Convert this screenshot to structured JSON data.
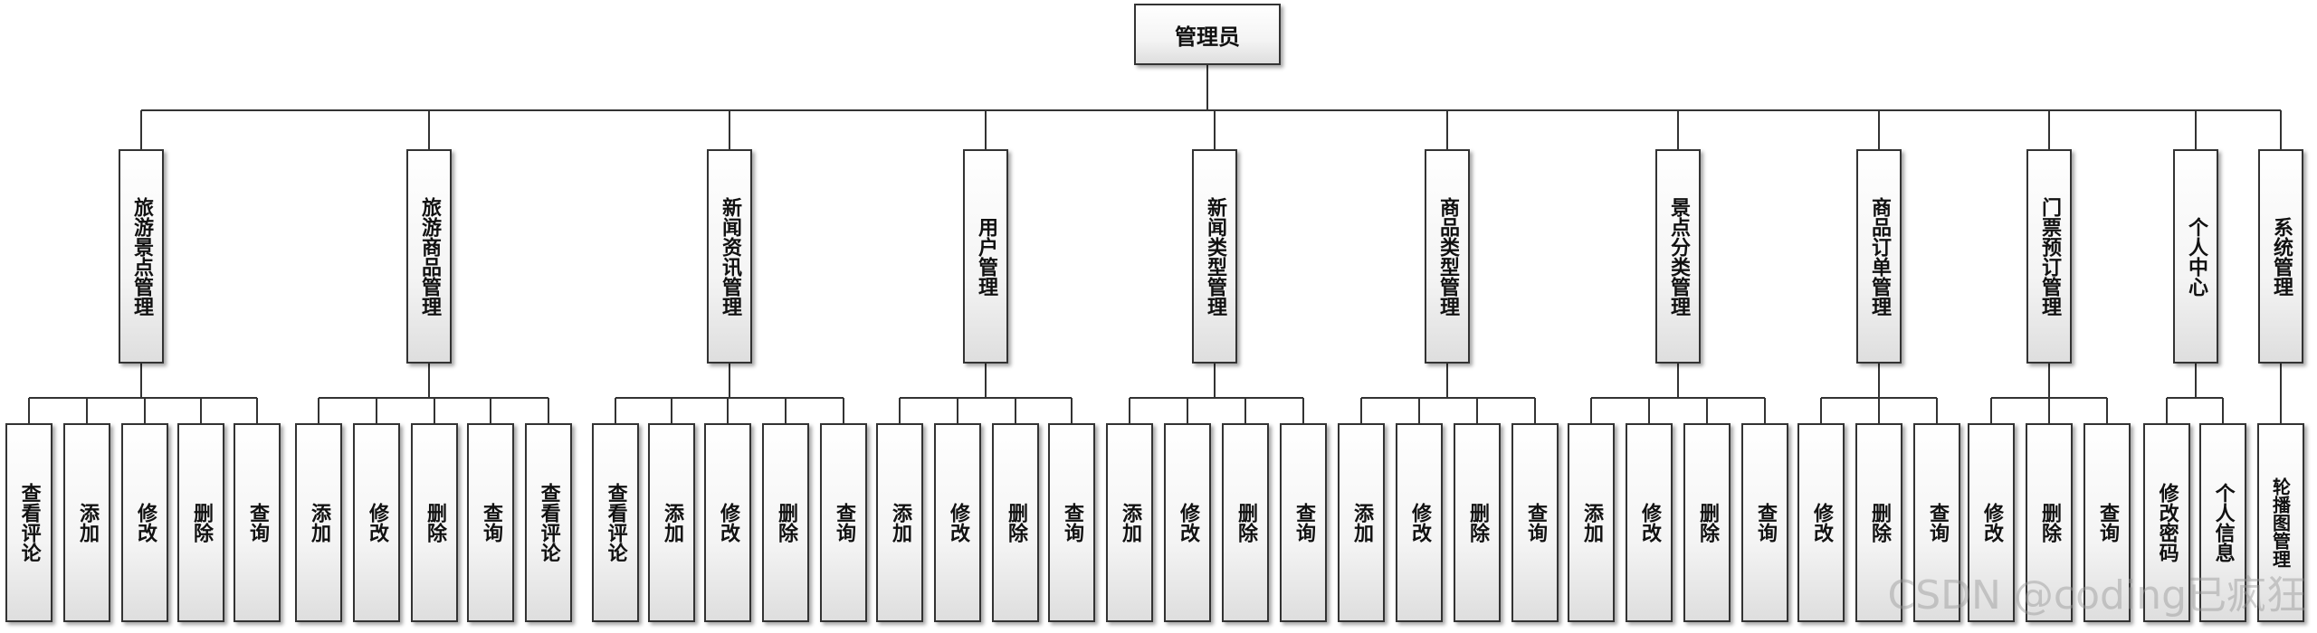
{
  "diagram": {
    "root": "管理员",
    "modules": [
      {
        "label": "旅游景点管理",
        "children": [
          "查看评论",
          "添加",
          "修改",
          "删除",
          "查询"
        ]
      },
      {
        "label": "旅游商品管理",
        "children": [
          "添加",
          "修改",
          "删除",
          "查询",
          "查看评论"
        ]
      },
      {
        "label": "新闻资讯管理",
        "children": [
          "查看评论",
          "添加",
          "修改",
          "删除",
          "查询"
        ]
      },
      {
        "label": "用户管理",
        "children": [
          "添加",
          "修改",
          "删除",
          "查询"
        ]
      },
      {
        "label": "新闻类型管理",
        "children": [
          "添加",
          "修改",
          "删除",
          "查询"
        ]
      },
      {
        "label": "商品类型管理",
        "children": [
          "添加",
          "修改",
          "删除",
          "查询"
        ]
      },
      {
        "label": "景点分类管理",
        "children": [
          "添加",
          "修改",
          "删除",
          "查询"
        ]
      },
      {
        "label": "商品订单管理",
        "children": [
          "修改",
          "删除",
          "查询"
        ]
      },
      {
        "label": "门票预订管理",
        "children": [
          "修改",
          "删除",
          "查询"
        ]
      },
      {
        "label": "个人中心",
        "children": [
          "修改密码",
          "个人信息"
        ]
      },
      {
        "label": "系统管理",
        "children": [
          "轮播图管理"
        ]
      }
    ]
  },
  "watermark": "CSDN @coding已疯狂"
}
